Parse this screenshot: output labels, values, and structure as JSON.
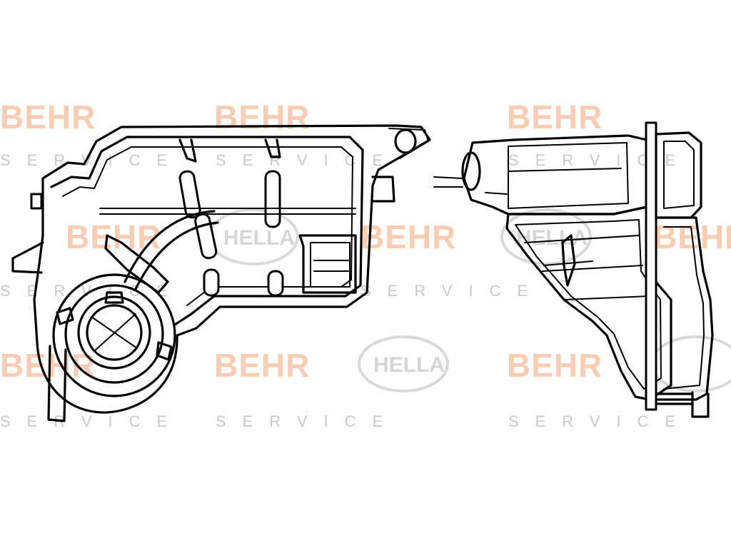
{
  "watermark": {
    "brand": "BEHR",
    "partner": "HELLA",
    "service": "SERVICE"
  },
  "colors": {
    "brand_watermark": "#f8cdb4",
    "service_watermark": "#c9c9c9",
    "hella_watermark": "#d6d6d6",
    "line_art": "#000000",
    "background": "#ffffff"
  },
  "views": [
    {
      "name": "front-view"
    },
    {
      "name": "side-view"
    }
  ]
}
